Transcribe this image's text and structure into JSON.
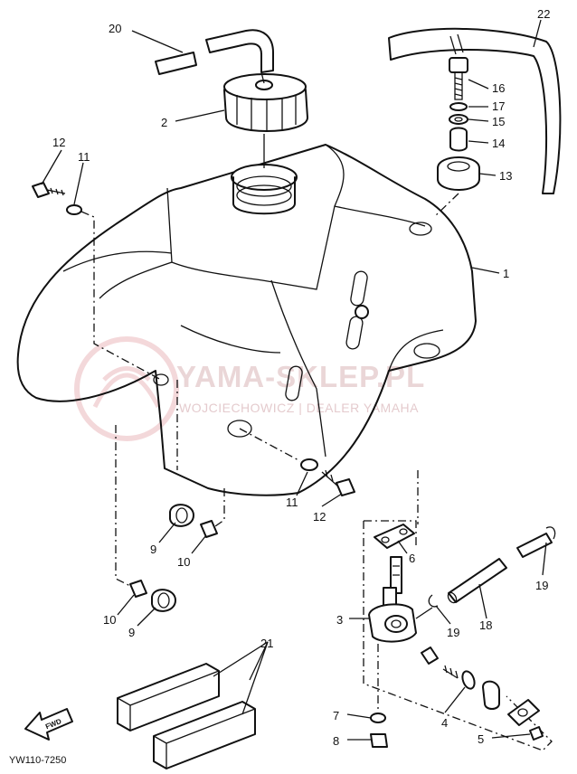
{
  "callouts": {
    "n1": "1",
    "n2": "2",
    "n3": "3",
    "n4": "4",
    "n5": "5",
    "n6": "6",
    "n7": "7",
    "n8": "8",
    "n9a": "9",
    "n9b": "9",
    "n10a": "10",
    "n10b": "10",
    "n11a": "11",
    "n11b": "11",
    "n12a": "12",
    "n12b": "12",
    "n13": "13",
    "n14": "14",
    "n15": "15",
    "n16": "16",
    "n17": "17",
    "n18": "18",
    "n19a": "19",
    "n19b": "19",
    "n20": "20",
    "n21": "21",
    "n22": "22"
  },
  "fwd_label": "FWD",
  "diagram_code": "YW110-7250",
  "watermark": {
    "line1": "YAMA-SKLEP.PL",
    "line2": "WOJCIECHOWICZ | DEALER YAMAHA"
  },
  "colors": {
    "ink": "#111111",
    "watermark": "#d9b5b8",
    "background": "#ffffff"
  }
}
